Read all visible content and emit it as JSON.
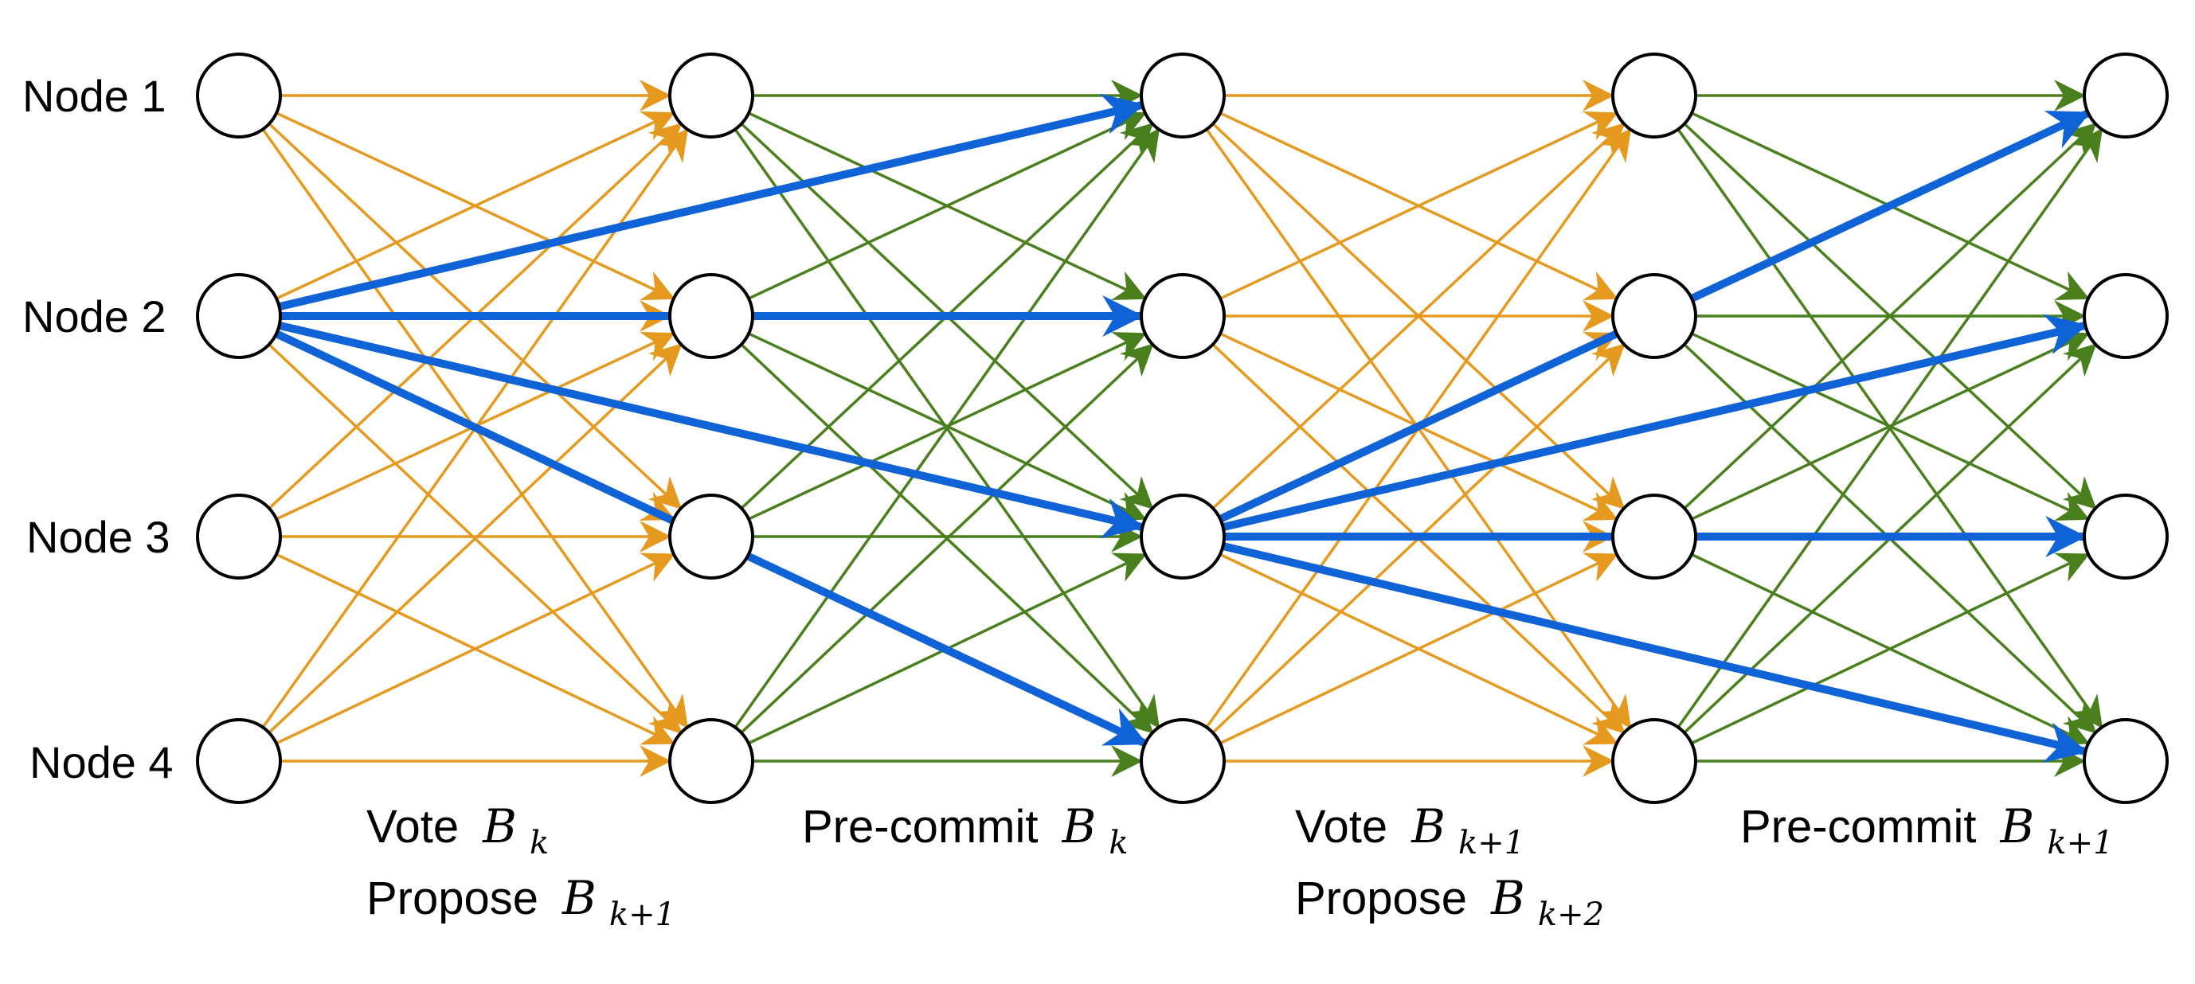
{
  "colors": {
    "vote": "#E59A1F",
    "precommit": "#4A7F1E",
    "highlight": "#0F63D6"
  },
  "nodes": [
    {
      "label": "Node 1"
    },
    {
      "label": "Node 2"
    },
    {
      "label": "Node 3"
    },
    {
      "label": "Node 4"
    }
  ],
  "phases": [
    {
      "kind": "vote",
      "line1": {
        "text": "Vote",
        "block": "B",
        "sub": "k"
      },
      "line2": {
        "text": "Propose",
        "block": "B",
        "sub": "k+1"
      }
    },
    {
      "kind": "precommit",
      "line1": {
        "text": "Pre-commit",
        "block": "B",
        "sub": "k"
      }
    },
    {
      "kind": "vote",
      "line1": {
        "text": "Vote",
        "block": "B",
        "sub": "k+1"
      },
      "line2": {
        "text": "Propose",
        "block": "B",
        "sub": "k+2"
      }
    },
    {
      "kind": "precommit",
      "line1": {
        "text": "Pre-commit",
        "block": "B",
        "sub": "k+1"
      }
    }
  ],
  "highlights": [
    {
      "stage": 0,
      "from": 2,
      "to": [
        1,
        2,
        3,
        4
      ],
      "to_stage": 2
    },
    {
      "stage": 2,
      "from": 3,
      "to": [
        1,
        2,
        3,
        4
      ],
      "to_stage": 4
    }
  ]
}
